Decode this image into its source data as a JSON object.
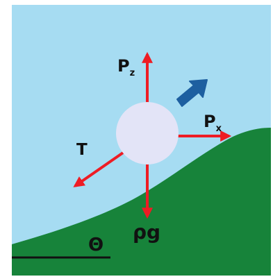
{
  "colors": {
    "sky": "#a6dcf2",
    "ground": "#17833a",
    "arrow": "#ee1c24",
    "direction_arrow": "#1d5fa0",
    "particle": "#e3e4f7",
    "text": "#111111"
  },
  "labels": {
    "pz": "P",
    "pz_sub": "z",
    "px": "P",
    "px_sub": "x",
    "tension": "T",
    "weight": "ρg",
    "angle": "Θ"
  }
}
